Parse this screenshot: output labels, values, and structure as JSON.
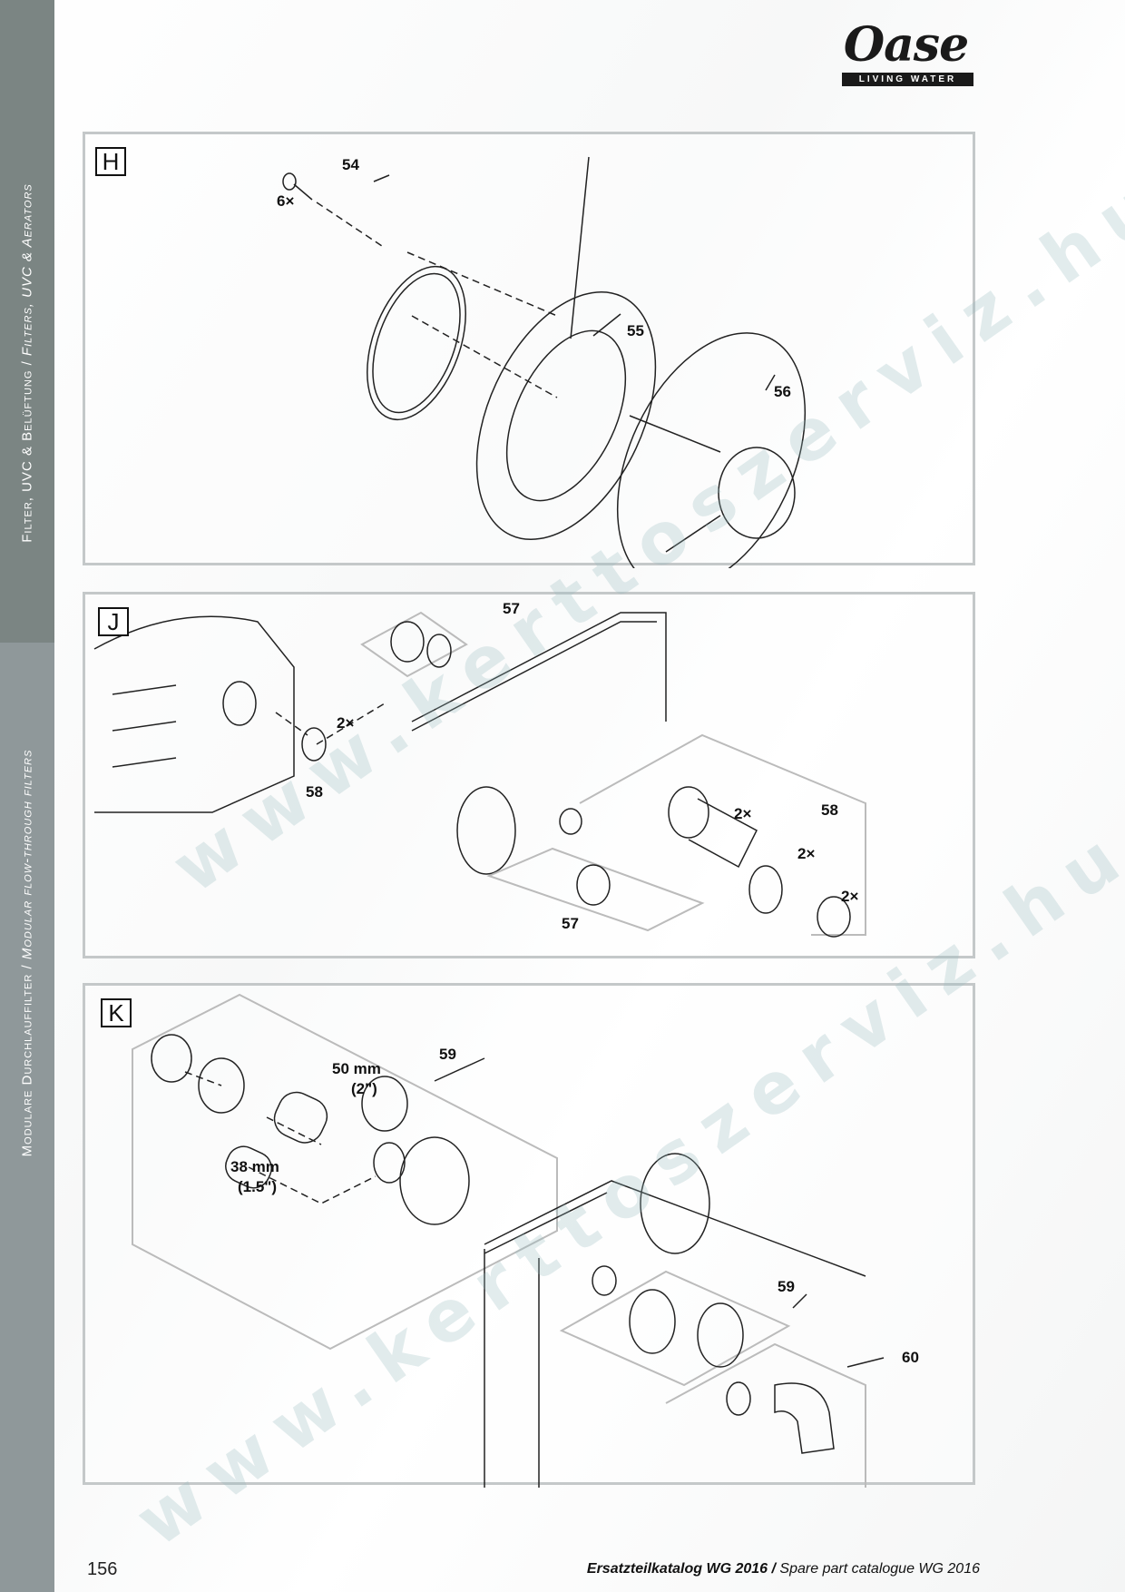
{
  "sidebar": {
    "section_top": "Filter, UVC & Belüftung / ",
    "section_top_en": "Filters, UVC & Aerators",
    "section_bottom": "Modulare Durchlauffilter / ",
    "section_bottom_en": "Modular flow-through filters"
  },
  "logo": {
    "word": "Oase",
    "tagline": "LIVING WATER"
  },
  "watermark": "www.kerttoszerviz.hu",
  "panels": {
    "H": {
      "label": "H",
      "parts": {
        "p54": "54",
        "qty54": "6×",
        "p55": "55",
        "p56": "56"
      }
    },
    "J": {
      "label": "J",
      "parts": {
        "p57a": "57",
        "qty58a": "2×",
        "p58a": "58",
        "qty58b": "2×",
        "p58b": "58",
        "qty58c": "2×",
        "qty58d": "2×",
        "p57b": "57"
      }
    },
    "K": {
      "label": "K",
      "parts": {
        "p59a": "59",
        "size50": "50 mm",
        "size50in": "(2\")",
        "size38": "38 mm",
        "size38in": "(1.5\")",
        "p59b": "59",
        "p60": "60"
      }
    }
  },
  "footer": {
    "page_number": "156",
    "title_de": "Ersatzteilkatalog WG 2016",
    "separator": " / ",
    "title_en": "Spare part catalogue WG 2016"
  }
}
